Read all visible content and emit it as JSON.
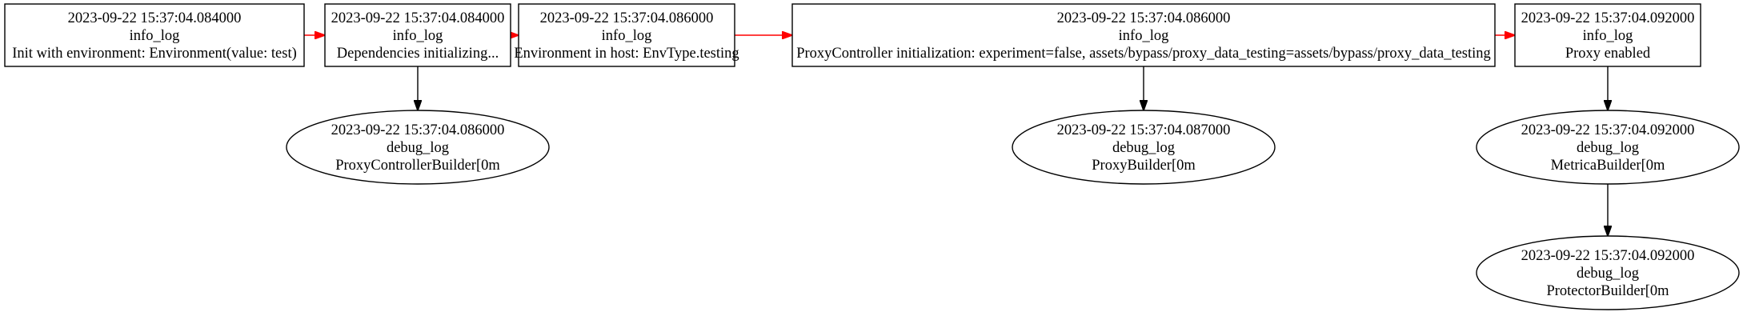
{
  "diagram": {
    "colors": {
      "sequence_edge": "#ff0000",
      "child_edge": "#000000",
      "node_stroke": "#000000",
      "background": "#ffffff"
    },
    "nodes": [
      {
        "id": "n1",
        "shape": "box",
        "lines": [
          "2023-09-22 15:37:04.084000",
          "info_log",
          "Init with environment: Environment(value: test)"
        ]
      },
      {
        "id": "n2",
        "shape": "box",
        "lines": [
          "2023-09-22 15:37:04.084000",
          "info_log",
          "Dependencies initializing..."
        ]
      },
      {
        "id": "n3",
        "shape": "box",
        "lines": [
          "2023-09-22 15:37:04.086000",
          "info_log",
          "Environment in host: EnvType.testing"
        ]
      },
      {
        "id": "n4",
        "shape": "box",
        "lines": [
          "2023-09-22 15:37:04.086000",
          "info_log",
          "ProxyController initialization: experiment=false, assets/bypass/proxy_data_testing=assets/bypass/proxy_data_testing"
        ]
      },
      {
        "id": "n5",
        "shape": "box",
        "lines": [
          "2023-09-22 15:37:04.092000",
          "info_log",
          "Proxy enabled"
        ]
      },
      {
        "id": "d1",
        "shape": "ellipse",
        "lines": [
          "2023-09-22 15:37:04.086000",
          "debug_log",
          "ProxyControllerBuilder[0m"
        ]
      },
      {
        "id": "d2",
        "shape": "ellipse",
        "lines": [
          "2023-09-22 15:37:04.087000",
          "debug_log",
          "ProxyBuilder[0m"
        ]
      },
      {
        "id": "d3",
        "shape": "ellipse",
        "lines": [
          "2023-09-22 15:37:04.092000",
          "debug_log",
          "MetricaBuilder[0m"
        ]
      },
      {
        "id": "d4",
        "shape": "ellipse",
        "lines": [
          "2023-09-22 15:37:04.092000",
          "debug_log",
          "ProtectorBuilder[0m"
        ]
      }
    ],
    "edges": [
      {
        "from": "n1",
        "to": "n2",
        "kind": "sequence"
      },
      {
        "from": "n2",
        "to": "n3",
        "kind": "sequence"
      },
      {
        "from": "n3",
        "to": "n4",
        "kind": "sequence"
      },
      {
        "from": "n4",
        "to": "n5",
        "kind": "sequence"
      },
      {
        "from": "n2",
        "to": "d1",
        "kind": "child"
      },
      {
        "from": "n4",
        "to": "d2",
        "kind": "child"
      },
      {
        "from": "n5",
        "to": "d3",
        "kind": "child"
      },
      {
        "from": "d3",
        "to": "d4",
        "kind": "child"
      }
    ]
  }
}
